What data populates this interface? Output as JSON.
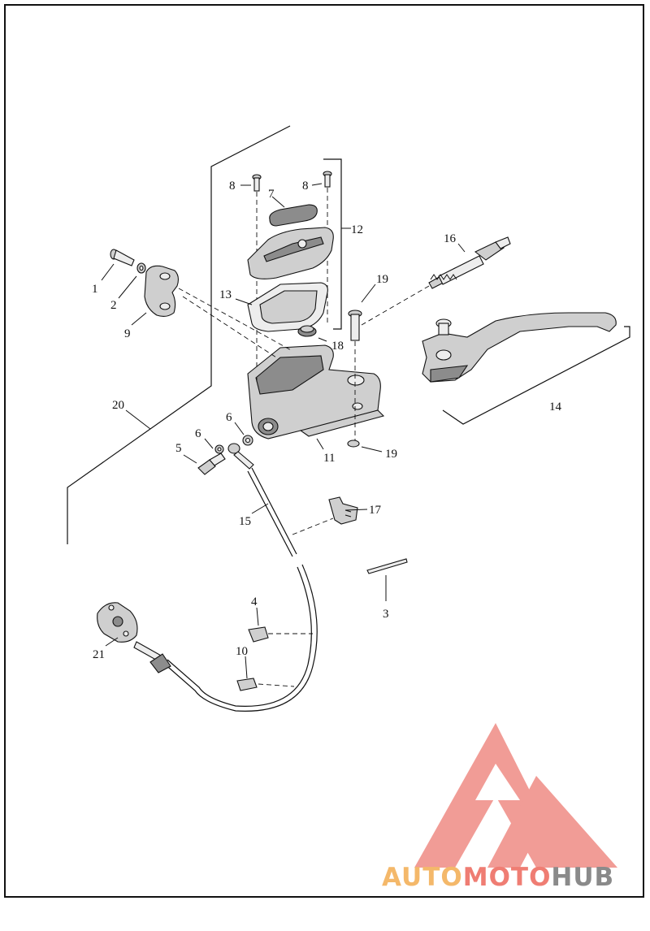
{
  "diagram": {
    "callouts": {
      "c1": "1",
      "c2": "2",
      "c3": "3",
      "c4": "4",
      "c5": "5",
      "c6a": "6",
      "c6b": "6",
      "c7": "7",
      "c8a": "8",
      "c8b": "8",
      "c9": "9",
      "c10": "10",
      "c11": "11",
      "c12": "12",
      "c13": "13",
      "c14": "14",
      "c15": "15",
      "c16": "16",
      "c17": "17",
      "c18": "18",
      "c19a": "19",
      "c19b": "19",
      "c20": "20",
      "c21": "21"
    }
  },
  "watermark": {
    "word1": "AUTO",
    "word2": "MOTO",
    "word3": "HUB",
    "colors": {
      "auto": "#f4b86a",
      "moto": "#ef7d73",
      "hub": "#8a8a8a",
      "logo": "#ef8b84"
    }
  }
}
